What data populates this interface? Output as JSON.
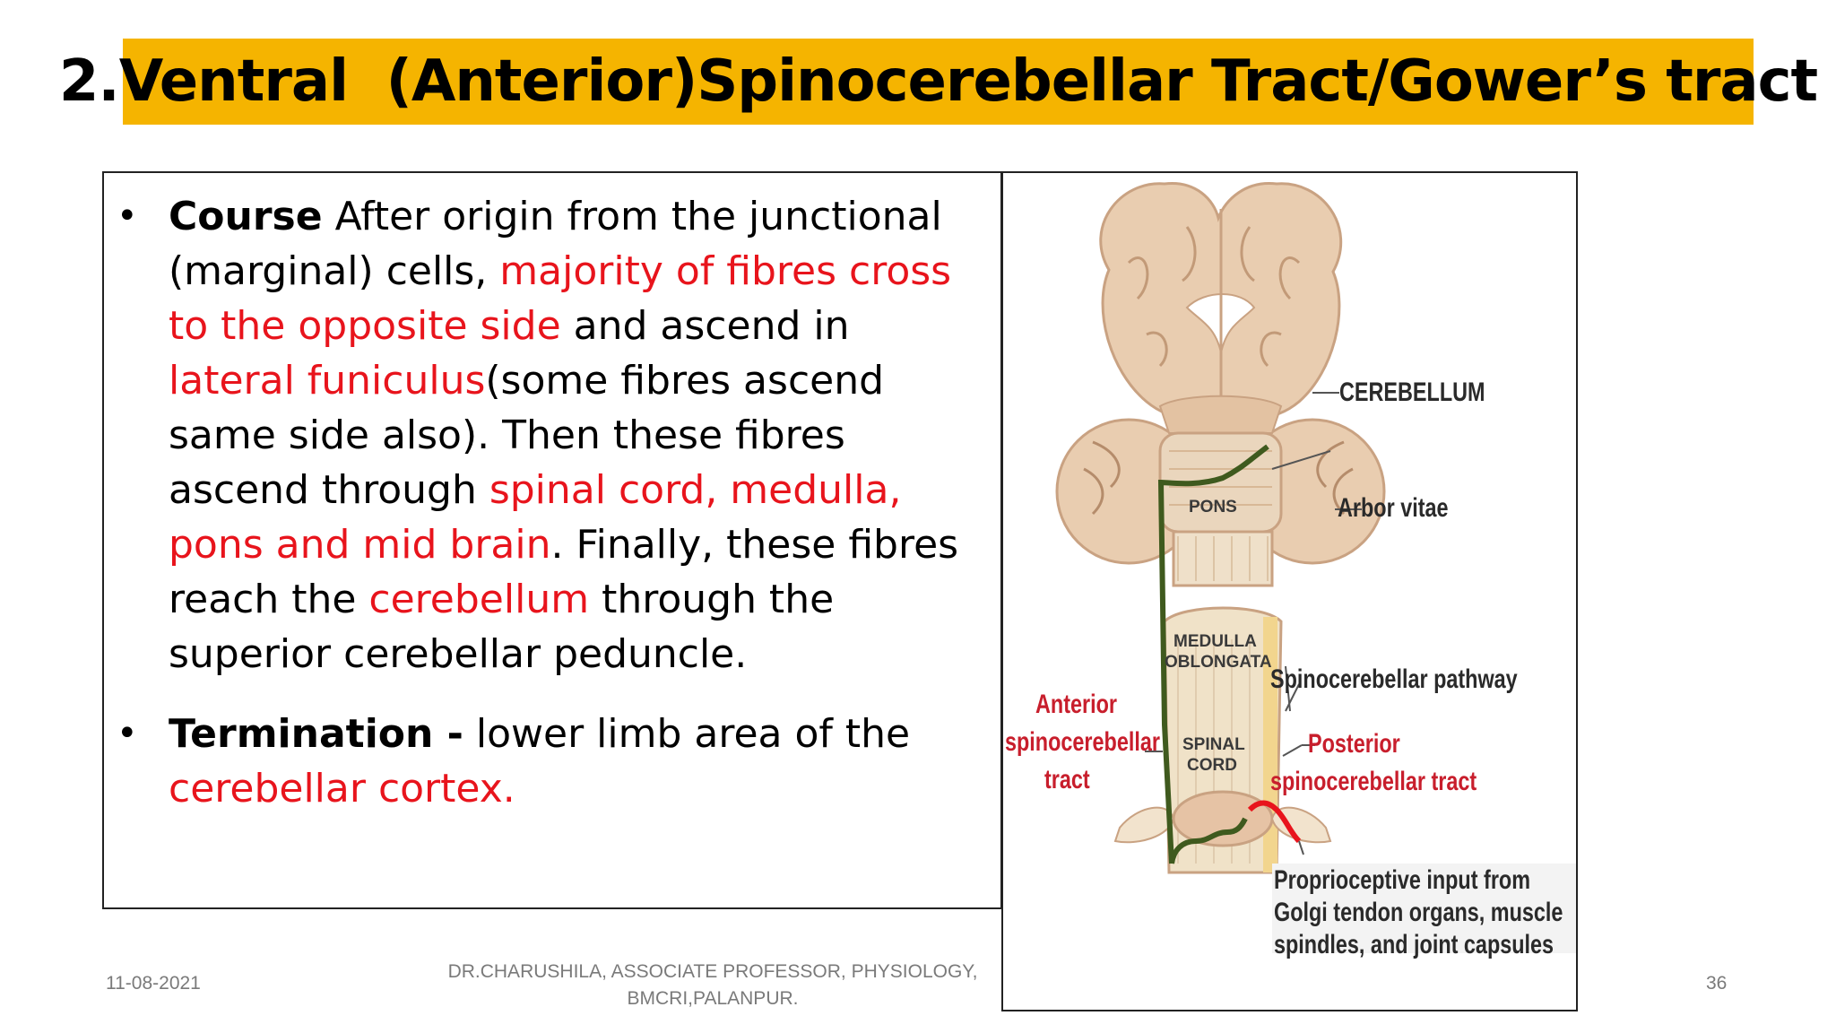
{
  "title": "2.Ventral  (Anterior)Spinocerebellar Tract/Gower’s tract",
  "bullets": [
    {
      "label": "Course",
      "segments": [
        {
          "t": "Course",
          "style": "bold"
        },
        {
          "t": " After origin from the junctional (marginal) cells, ",
          "style": "normal"
        },
        {
          "t": "majority of fibres cross to the opposite side",
          "style": "red"
        },
        {
          "t": " and ascend in ",
          "style": "normal"
        },
        {
          "t": "lateral funiculus",
          "style": "red"
        },
        {
          "t": "(some fibres ascend same side also). Then these fibres ascend through ",
          "style": "normal"
        },
        {
          "t": "spinal cord, medulla, pons and mid brain",
          "style": "red"
        },
        {
          "t": ". Finally, these fibres reach the ",
          "style": "normal"
        },
        {
          "t": "cerebellum",
          "style": "red"
        },
        {
          "t": " through the superior cerebellar peduncle.",
          "style": "normal"
        }
      ]
    },
    {
      "label": "Termination",
      "segments": [
        {
          "t": "Termination -",
          "style": "bold"
        },
        {
          "t": " lower limb area of the ",
          "style": "normal"
        },
        {
          "t": "cerebellar cortex.",
          "style": "red"
        }
      ]
    }
  ],
  "figure": {
    "cerebellum": "CEREBELLUM",
    "arbor_vitae": "Arbor vitae",
    "pons": "PONS",
    "medulla_1": "MEDULLA",
    "medulla_2": "OBLONGATA",
    "spinocerebellar_pathway": "Spinocerebellar pathway",
    "anterior_1": "Anterior",
    "anterior_2": "spinocerebellar",
    "anterior_3": "tract",
    "spinal_1": "SPINAL",
    "spinal_2": "CORD",
    "posterior_1": "Posterior",
    "posterior_2": "spinocerebellar tract",
    "proprio_1": "Proprioceptive input from",
    "proprio_2": "Golgi tendon organs, muscle",
    "proprio_3": "spindles, and joint capsules"
  },
  "footer": {
    "date": "11-08-2021",
    "author_line1": "DR.CHARUSHILA, ASSOCIATE PROFESSOR, PHYSIOLOGY,",
    "author_line2": "BMCRI,PALANPUR.",
    "page": "36"
  },
  "colors": {
    "title_bg": "#f5b400",
    "highlight_red": "#e8141c",
    "tract_green": "#3f5a1e",
    "tract_red": "#e8141c"
  }
}
